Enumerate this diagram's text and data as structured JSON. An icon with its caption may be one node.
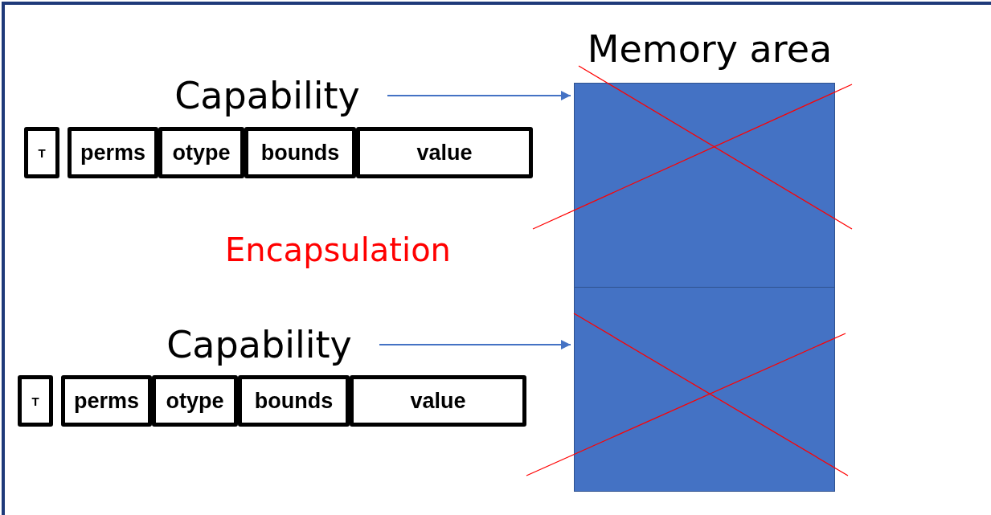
{
  "diagram": {
    "nodes": [
      {
        "text": [
          "Capability"
        ]
      },
      {
        "text": [
          "T"
        ]
      },
      {
        "text": [
          "perms"
        ]
      },
      {
        "text": [
          "otype"
        ]
      },
      {
        "text": [
          "bounds"
        ]
      },
      {
        "text": [
          "value"
        ]
      },
      {
        "text": [
          "Capability"
        ]
      },
      {
        "text": [
          "T"
        ]
      },
      {
        "text": [
          "perms"
        ]
      },
      {
        "text": [
          "otype"
        ]
      },
      {
        "text": [
          "bounds"
        ]
      },
      {
        "text": [
          "value"
        ]
      },
      {
        "text": [
          "Memory area"
        ]
      },
      {
        "text": [],
        "shape": "box",
        "in": 12
      },
      {
        "text": [],
        "shape": "box",
        "in": 12
      }
    ],
    "edges": [
      {
        "from": 0,
        "to": 13,
        "arrow": "to"
      },
      {
        "from": 6,
        "to": 14,
        "arrow": "to"
      }
    ],
    "labels": [
      "Encapsulation"
    ]
  }
}
